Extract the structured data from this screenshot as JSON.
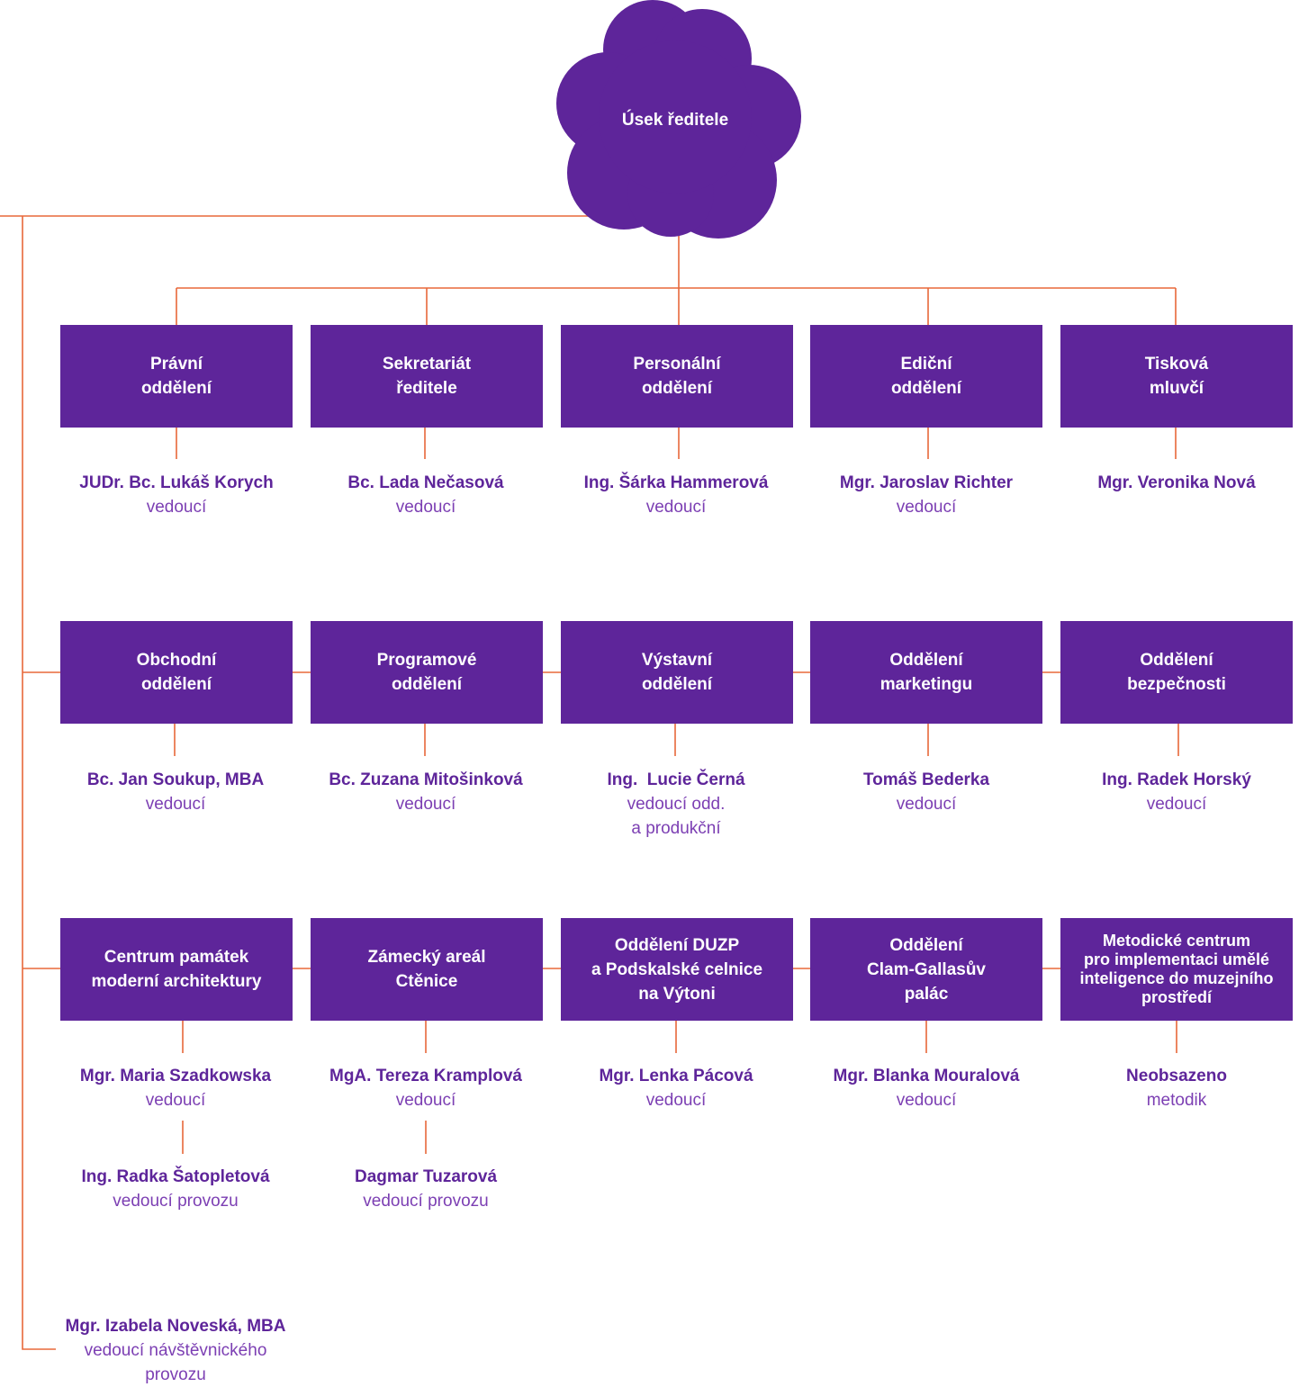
{
  "colors": {
    "box": "#5e259a",
    "connector": "#e8683a",
    "name_text": "#5e259a",
    "role_text": "#7c3fb3"
  },
  "root": {
    "label": "Úsek\nředitele"
  },
  "rows": [
    {
      "units": [
        {
          "label": "Právní\noddělení",
          "people": [
            {
              "name": "JUDr. Bc. Lukáš Korych",
              "role": "vedoucí"
            }
          ]
        },
        {
          "label": "Sekretariát\nředitele",
          "people": [
            {
              "name": "Bc. Lada Nečasová",
              "role": "vedoucí"
            }
          ]
        },
        {
          "label": "Personální\noddělení",
          "people": [
            {
              "name": "Ing. Šárka Hammerová",
              "role": "vedoucí"
            }
          ]
        },
        {
          "label": "Ediční\noddělení",
          "people": [
            {
              "name": "Mgr. Jaroslav Richter",
              "role": "vedoucí"
            }
          ]
        },
        {
          "label": "Tisková\nmluvčí",
          "people": [
            {
              "name": "Mgr. Veronika Nová",
              "role": ""
            }
          ]
        }
      ]
    },
    {
      "units": [
        {
          "label": "Obchodní\noddělení",
          "people": [
            {
              "name": "Bc. Jan Soukup, MBA",
              "role": "vedoucí"
            }
          ]
        },
        {
          "label": "Programové\noddělení",
          "people": [
            {
              "name": "Bc. Zuzana Mitošinková",
              "role": "vedoucí"
            }
          ]
        },
        {
          "label": "Výstavní\noddělení",
          "people": [
            {
              "name": "Ing.  Lucie Černá",
              "role": "vedoucí odd.\na produkční"
            }
          ]
        },
        {
          "label": "Oddělení\nmarketingu",
          "people": [
            {
              "name": "Tomáš Bederka",
              "role": "vedoucí"
            }
          ]
        },
        {
          "label": "Oddělení\nbezpečnosti",
          "people": [
            {
              "name": "Ing. Radek Horský",
              "role": "vedoucí"
            }
          ]
        }
      ]
    },
    {
      "units": [
        {
          "label": "Centrum památek\nmoderní architektury",
          "people": [
            {
              "name": "Mgr. Maria Szadkowska",
              "role": "vedoucí"
            },
            {
              "name": "Ing. Radka Šatopletová",
              "role": "vedoucí provozu"
            }
          ]
        },
        {
          "label": "Zámecký areál\nCtěnice",
          "people": [
            {
              "name": "MgA. Tereza Kramplová",
              "role": "vedoucí"
            },
            {
              "name": "Dagmar Tuzarová",
              "role": "vedoucí provozu"
            }
          ]
        },
        {
          "label": "Oddělení DUZP\na Podskalské celnice\nna Výtoni",
          "people": [
            {
              "name": "Mgr. Lenka Pácová",
              "role": "vedoucí"
            }
          ]
        },
        {
          "label": "Oddělení\nClam-Gallasův\npalác",
          "people": [
            {
              "name": "Mgr. Blanka Mouralová",
              "role": "vedoucí"
            }
          ]
        },
        {
          "label": "Metodické centrum\npro implementaci umělé\ninteligence do muzejního\nprostředí",
          "people": [
            {
              "name": "Neobsazeno",
              "role": "metodik"
            }
          ]
        }
      ]
    }
  ],
  "standalone": {
    "name": "Mgr. Izabela Noveská, MBA",
    "role": "vedoucí návštěvnického\nprovozu"
  }
}
